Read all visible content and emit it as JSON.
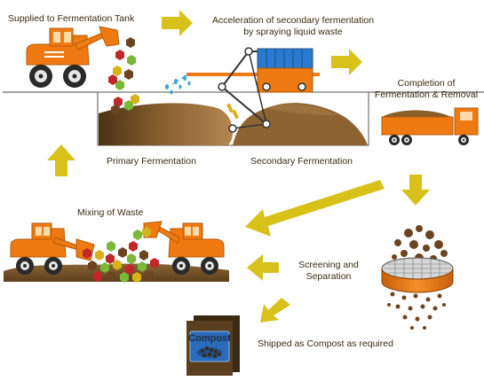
{
  "labels": {
    "supplied": "Supplied to Fermentation Tank",
    "acceleration_line1": "Acceleration of secondary fermentation",
    "acceleration_line2": "by spraying liquid waste",
    "completion_line1": "Completion of",
    "completion_line2": "Fermentation & Removal",
    "primary": "Primary Fermentation",
    "secondary": "Secondary Fermentation",
    "mixing": "Mixing of Waste",
    "screening_line1": "Screening and",
    "screening_line2": "Separation",
    "shipped": "Shipped as Compost as required",
    "compost_box": "Compost"
  },
  "colors": {
    "arrow": "#d8c21a",
    "machine_orange": "#f07a12",
    "machine_dark": "#2a2a2a",
    "soil_dark": "#5a3e1e",
    "soil_light": "#a57a3e",
    "tank_outline": "#444444",
    "water": "#3aa0e0",
    "box_blue": "#2a5c9a",
    "waste_green": "#7ab83a",
    "waste_red": "#c0282a",
    "waste_brown": "#6b4522",
    "waste_yellow": "#d8b21a"
  },
  "icons": [
    "arrow-right-icon",
    "arrow-up-icon",
    "arrow-down-icon",
    "arrow-left-icon",
    "loader-truck-icon",
    "dump-truck-icon",
    "sprinkler-icon",
    "screen-sieve-icon",
    "compost-box-icon"
  ]
}
